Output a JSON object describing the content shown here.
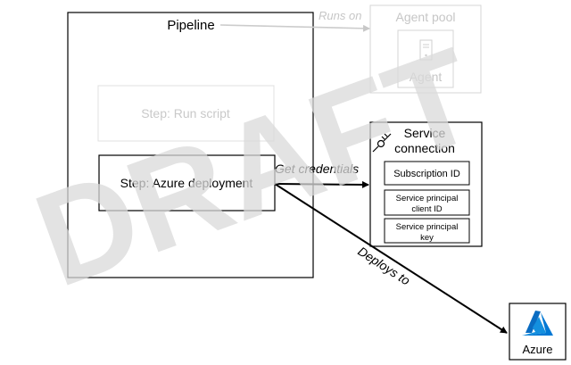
{
  "watermark": {
    "text": "DRAFT",
    "color": "#d9d9d9"
  },
  "pipeline": {
    "title": "Pipeline"
  },
  "steps": {
    "run_script": "Step: Run script",
    "azure_deployment": "Step: Azure deployment"
  },
  "agent_pool": {
    "title": "Agent pool",
    "agent_label": "Agent",
    "icon": "server-icon"
  },
  "service_connection": {
    "title_line1": "Service",
    "title_line2": "connection",
    "icon": "plug-icon",
    "fields": {
      "subscription_id": "Subscription ID",
      "sp_client_id_line1": "Service principal",
      "sp_client_id_line2": "client ID",
      "sp_key_line1": "Service principal",
      "sp_key_line2": "key"
    }
  },
  "azure": {
    "label": "Azure",
    "icon": "azure-logo-icon",
    "brand_color": "#0078d4"
  },
  "connectors": {
    "runs_on": "Runs on",
    "get_credentials": "Get credentials",
    "deploys_to": "Deploys to"
  },
  "colors": {
    "faded": "#d0d0d0",
    "faded_text": "#c4c4c4",
    "line": "#000000"
  }
}
